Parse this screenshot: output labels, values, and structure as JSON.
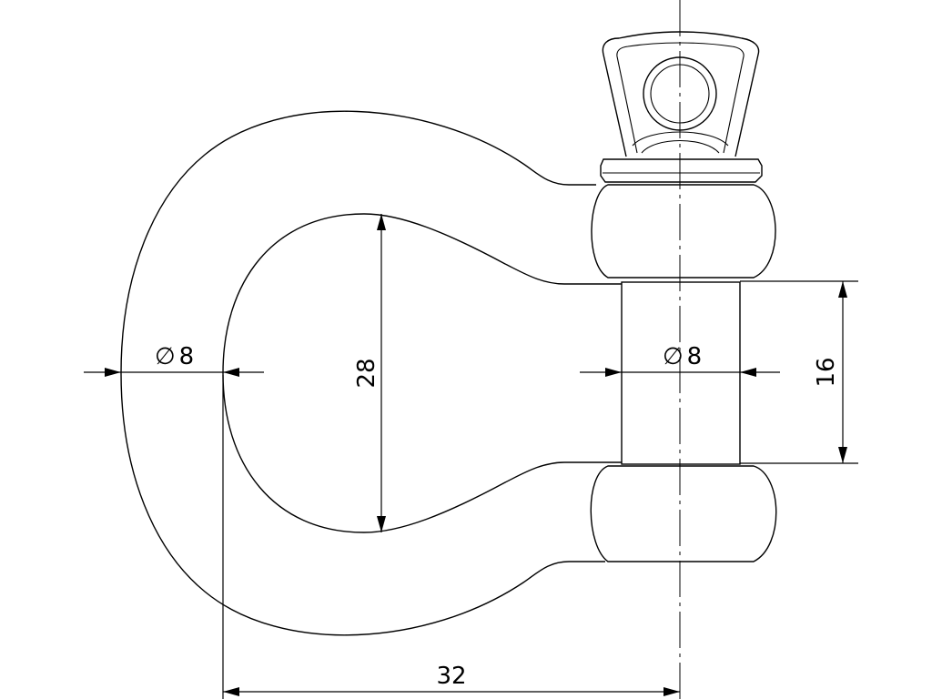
{
  "dimensions": {
    "body_diameter": "8",
    "pin_diameter": "8",
    "inner_height": "28",
    "pin_length": "16",
    "inner_width": "32",
    "diameter_symbol": "∅"
  }
}
